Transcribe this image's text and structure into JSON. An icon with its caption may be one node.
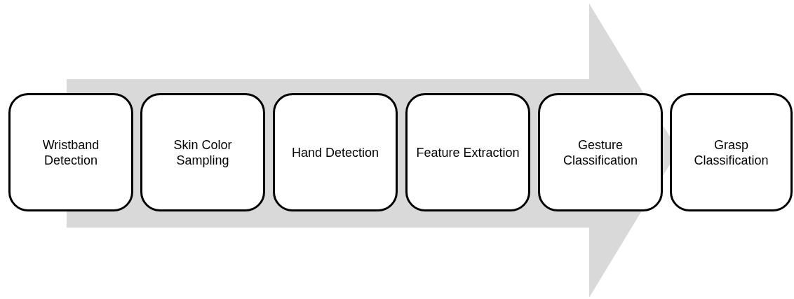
{
  "diagram": {
    "nodes": [
      {
        "text": [
          "Wristband Detection"
        ]
      },
      {
        "text": [
          "Skin Color Sampling"
        ]
      },
      {
        "text": [
          "Hand Detection"
        ]
      },
      {
        "text": [
          "Feature Extraction"
        ]
      },
      {
        "text": [
          "Gesture Classification"
        ]
      },
      {
        "text": [
          "Grasp Classification"
        ]
      }
    ]
  }
}
